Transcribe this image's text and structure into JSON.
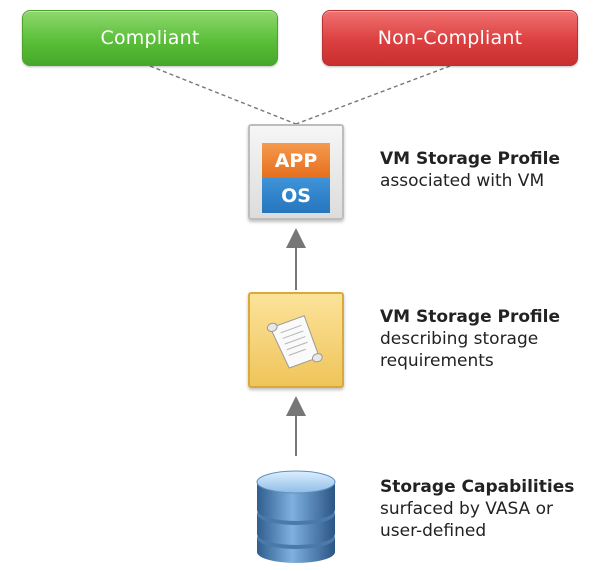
{
  "statuses": {
    "compliant": "Compliant",
    "non_compliant": "Non-Compliant"
  },
  "vm": {
    "app_label": "APP",
    "os_label": "OS",
    "caption_title": "VM Storage Profile",
    "caption_lines": [
      "associated with VM"
    ]
  },
  "profile": {
    "icon": "scroll-icon",
    "caption_title": "VM Storage Profile",
    "caption_lines": [
      "describing storage",
      "requirements"
    ]
  },
  "storage": {
    "icon": "database-icon",
    "caption_title": "Storage Capabilities",
    "caption_lines": [
      "surfaced by VASA or",
      "user-defined"
    ]
  },
  "colors": {
    "compliant": "#5bbf3a",
    "non_compliant": "#dc3f3f",
    "app": "#e56f1e",
    "os": "#2676bd",
    "profile": "#f0c45a",
    "storage": "#4f83b8"
  }
}
